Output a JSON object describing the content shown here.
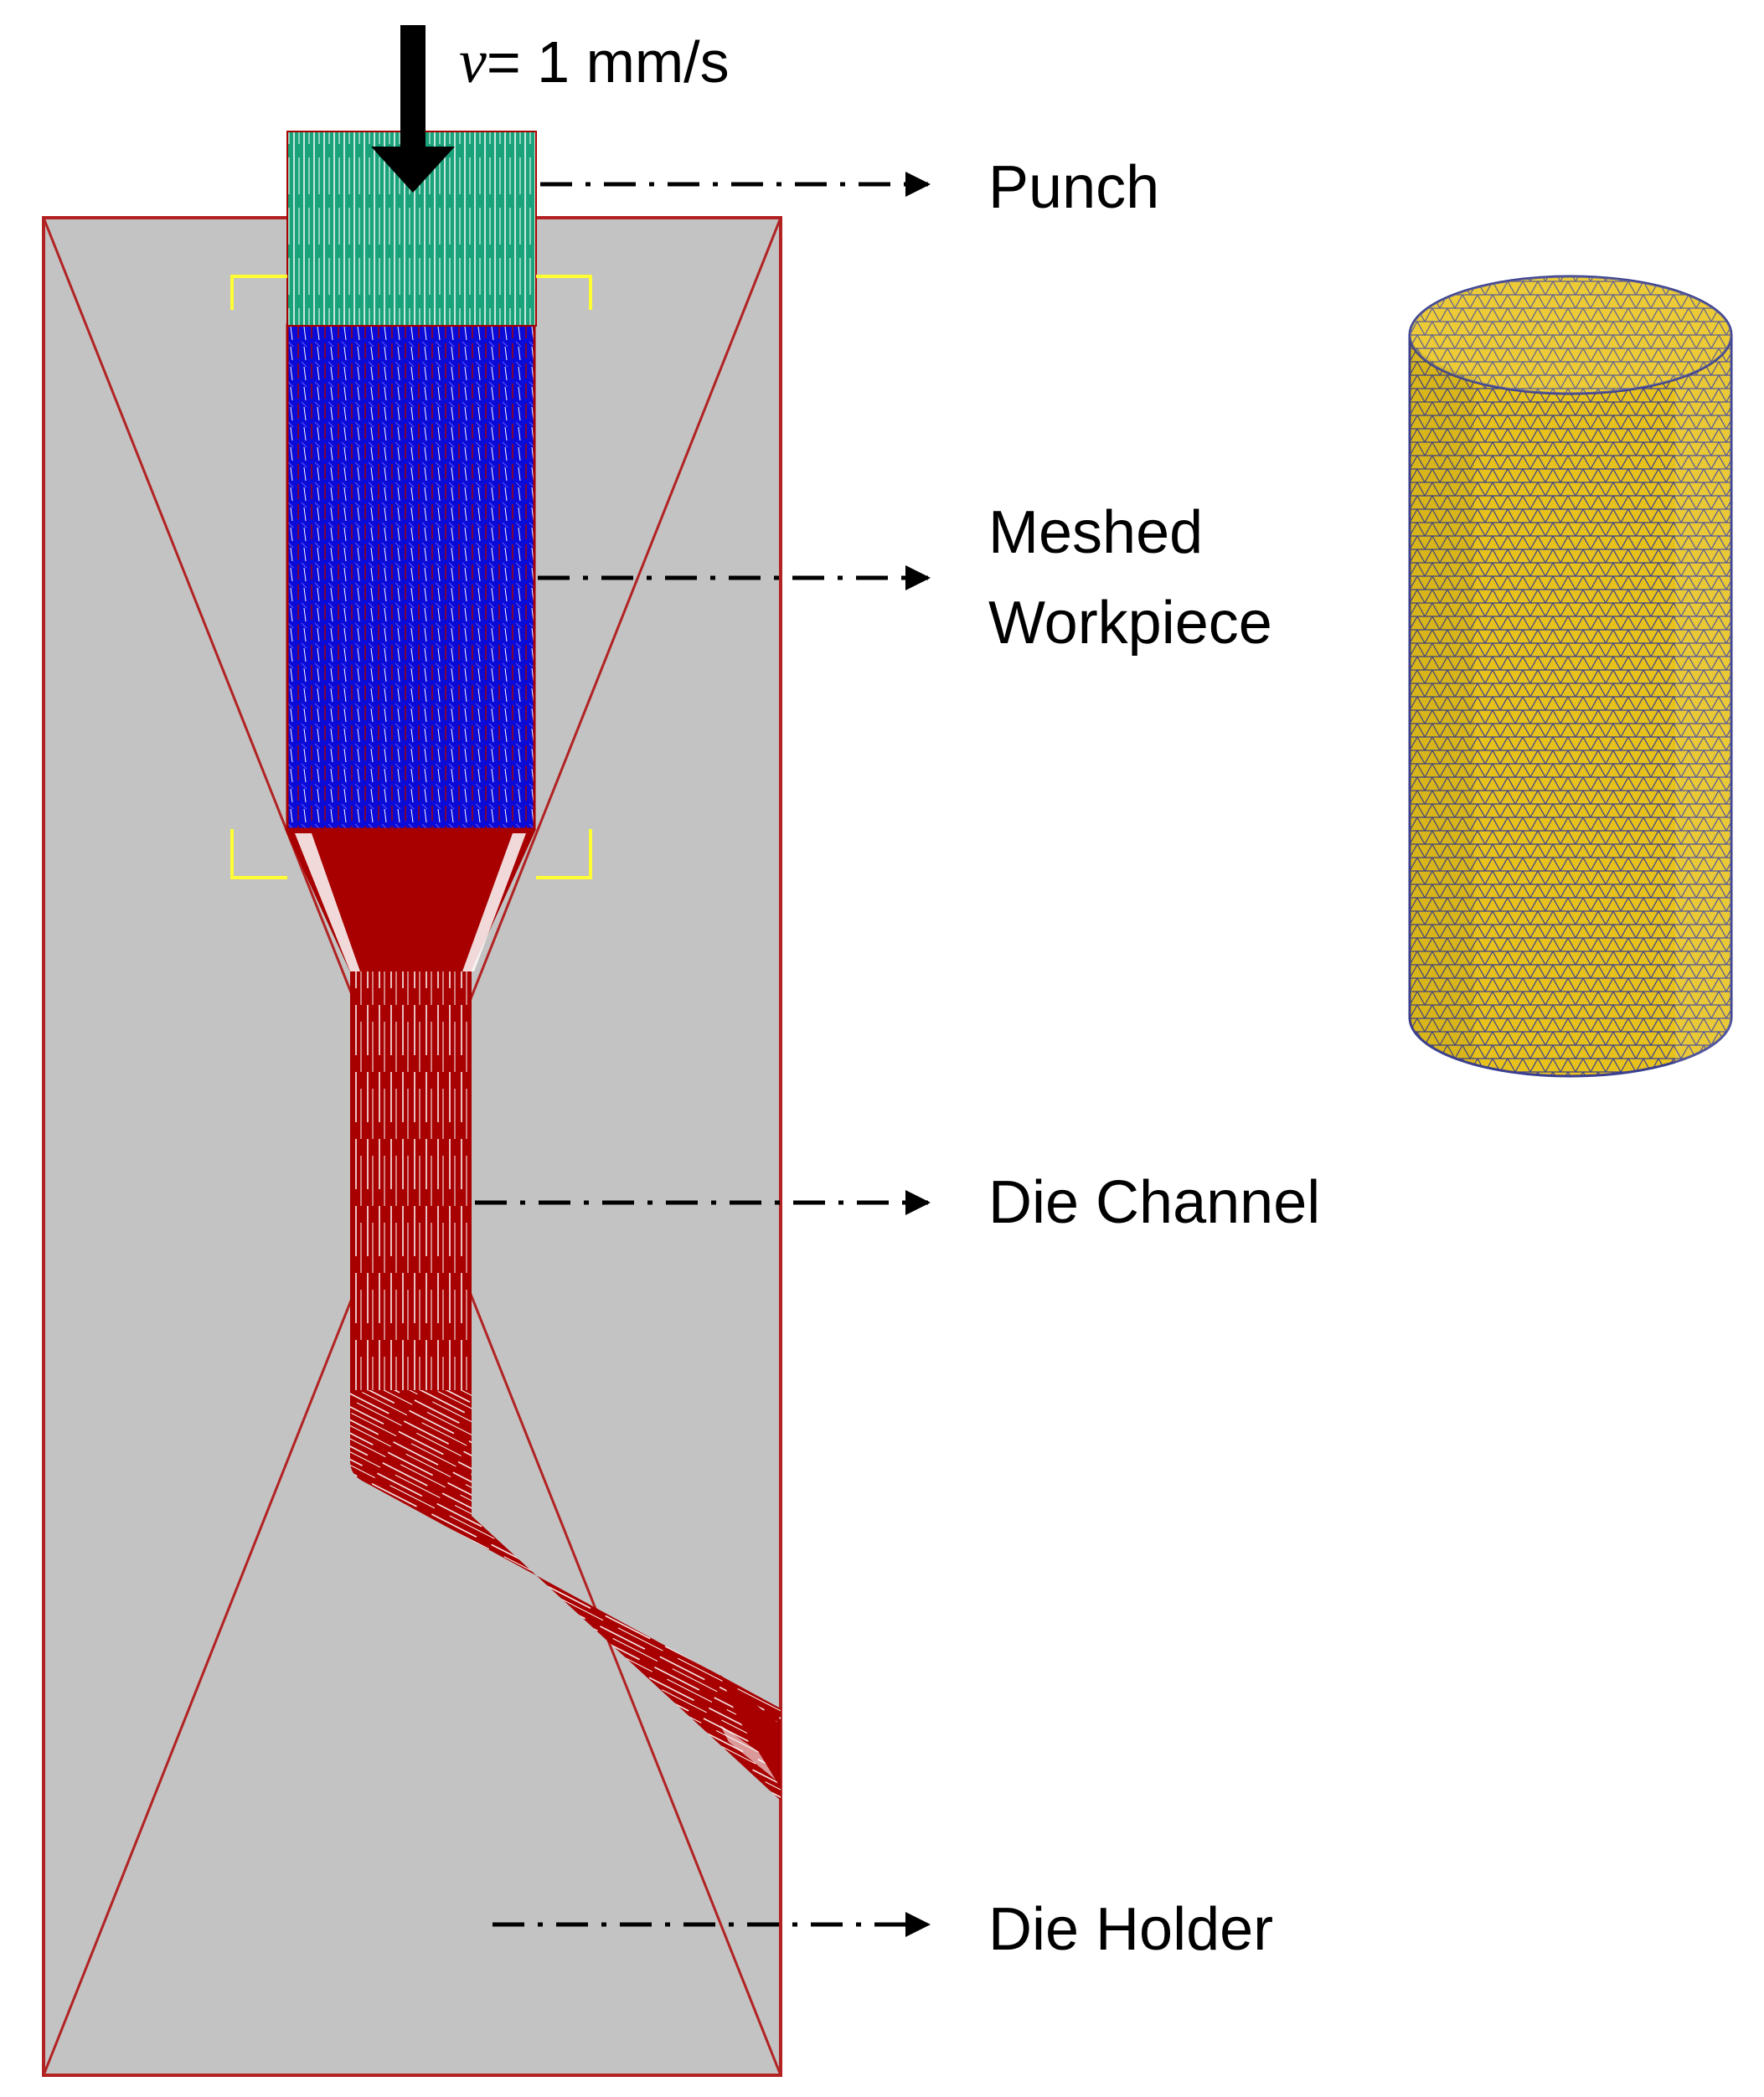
{
  "colors": {
    "die_holder_fill": "#c3c3c3",
    "die_outline": "#b22222",
    "die_channel": "#a80000",
    "workpiece": "#0b0bd8",
    "punch": "#1aa37a",
    "bracket": "#ffff33",
    "cylinder_face": "#e8c21c",
    "cylinder_mesh": "#3a3f8f",
    "arrow": "#000000"
  },
  "velocity": {
    "symbol": "v",
    "value_text": "= 1 mm/s"
  },
  "labels": {
    "punch": "Punch",
    "workpiece_line1": "Meshed",
    "workpiece_line2": "Workpiece",
    "die_channel": "Die Channel",
    "die_holder": "Die Holder"
  }
}
